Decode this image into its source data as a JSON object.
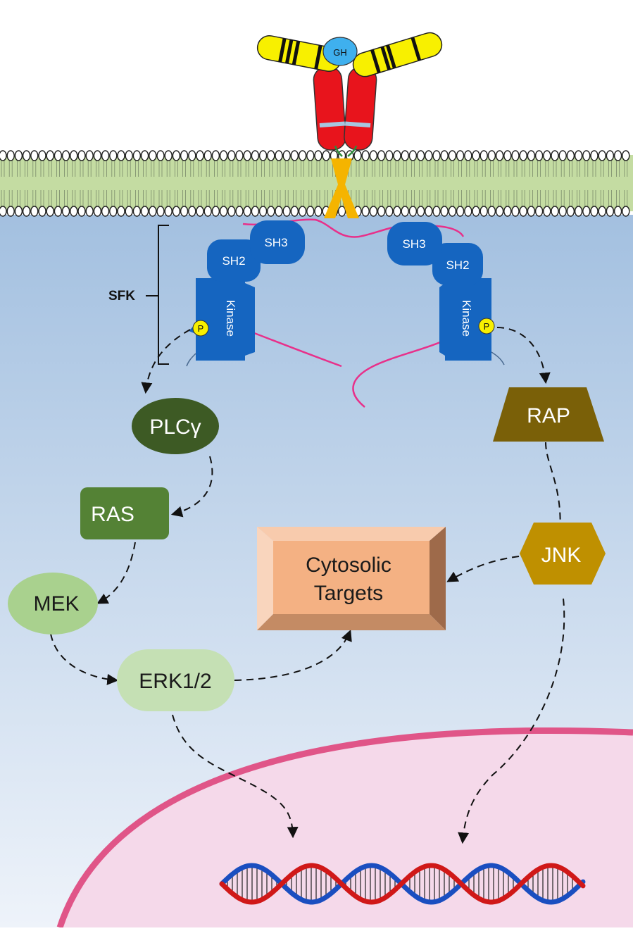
{
  "labels": {
    "gh": "GH",
    "sfk": "SFK",
    "sh2": "SH2",
    "sh3": "SH3",
    "kinase": "Kinase",
    "phospho": "P"
  },
  "nodes": {
    "plcg": "PLCγ",
    "ras": "RAS",
    "mek": "MEK",
    "erk": "ERK1/2",
    "rap": "RAP",
    "jnk": "JNK",
    "cytosolic_line1": "Cytosolic",
    "cytosolic_line2": "Targets"
  },
  "colors": {
    "cytoplasm_top": "#a3c0e0",
    "cytoplasm_bottom": "#eef3fa",
    "nucleus_fill": "#f5d9ea",
    "nucleus_edge": "#e05588",
    "membrane_band": "#c4dca2",
    "receptor_red": "#e8141c",
    "gh_blue": "#3fb0ee",
    "chain_yellow": "#f8f000",
    "jak_orange": "#f5b400",
    "sfk_blue": "#1565c0",
    "linker_pink": "#e8308a",
    "plcg": "#3d5a24",
    "ras": "#548235",
    "mek": "#a9d18e",
    "erk": "#c5e0b4",
    "rap": "#7a6008",
    "jnk": "#bf9000",
    "cytosolic": "#f4b183",
    "dna_red": "#d01818",
    "dna_blue": "#1a4ec0"
  }
}
